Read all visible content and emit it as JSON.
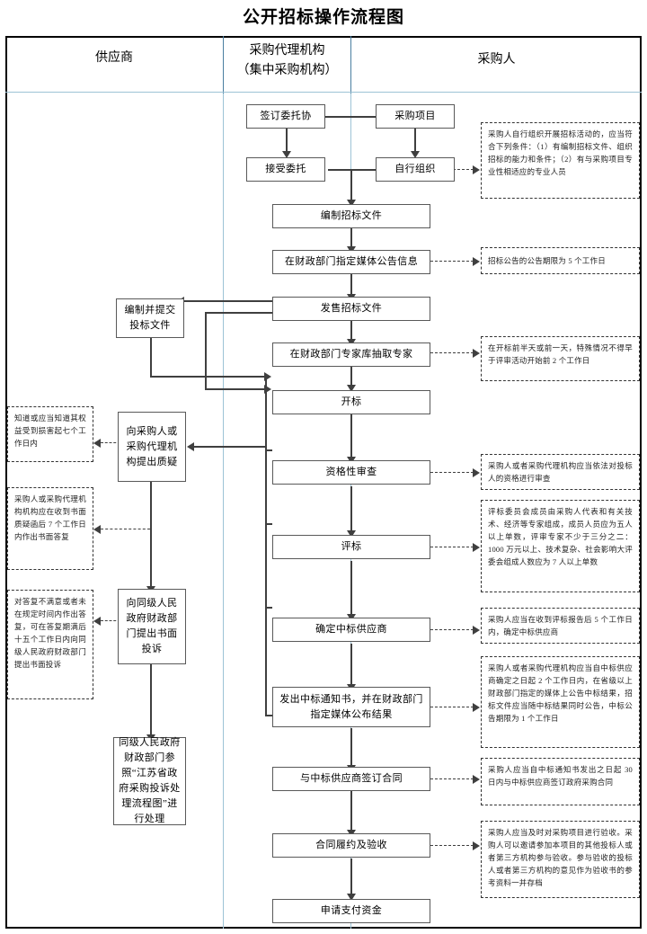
{
  "title": "公开招标操作流程图",
  "lanes": [
    {
      "label": "供应商",
      "sub": ""
    },
    {
      "label": "采购代理机构",
      "sub": "（集中采购机构）"
    },
    {
      "label": "采购人",
      "sub": ""
    }
  ],
  "nodes": {
    "purchase_project": "采购项目",
    "sign_entrust": "签订委托协",
    "accept_entrust": "接受委托",
    "self_organize": "自行组织",
    "compile_tender_doc": "编制招标文件",
    "announce_media": "在财政部门指定媒体公告信息",
    "sell_tender_doc": "发售招标文件",
    "prepare_submit_bid": "编制并提交投标文件",
    "draw_experts": "在财政部门专家库抽取专家",
    "bid_opening": "开标",
    "qualification_review": "资格性审查",
    "bid_evaluation": "评标",
    "determine_winner": "确定中标供应商",
    "issue_notice": "发出中标通知书，并在财政部门指定媒体公布结果",
    "sign_contract": "与中标供应商签订合同",
    "contract_performance": "合同履约及验收",
    "apply_payment": "申请支付资金",
    "raise_query": "向采购人或采购代理机构提出质疑",
    "file_complaint": "向同级人民政府财政部门提出书面投诉",
    "complaint_handling": "同级人民政府财政部门参照“江苏省政府采购投诉处理流程图”进行处理"
  },
  "notes": {
    "self_organize_note": "采购人自行组织开展招标活动的，应当符合下列条件：（1）有编制招标文件、组织招标的能力和条件；（2）有与采购项目专业性相适应的专业人员",
    "announce_note": "招标公告的公告期限为 5 个工作日",
    "experts_note": "在开标前半天或前一天，特殊情况不得早于评审活动开始前 2 个工作日",
    "qualification_note": "采购人或者采购代理机构应当依法对投标人的资格进行审查",
    "evaluation_note": "评标委员会成员由采购人代表和有关技术、经济等专家组成，成员人员应为五人以上单数，评审专家不少于三分之二：1000 万元以上、技术复杂、社会影响大评委会组成人数应为 7 人以上单数",
    "winner_note": "采购人应当在收到评标报告后 5 个工作日内，确定中标供应商",
    "notice_note": "采购人或者采购代理机构应当自中标供应商确定之日起 2 个工作日内，在省级以上财政部门指定的媒体上公告中标结果，招标文件应当随中标结果同时公告，中标公告期限为 1 个工作日",
    "contract_note": "采购人应当自中标通知书发出之日起 30 日内与中标供应商签订政府采购合同",
    "acceptance_note": "采购人应当及时对采购项目进行验收。采购人可以邀请参加本项目的其他投标人或者第三方机构参与验收。参与验收的投标人或者第三方机构的意见作为验收书的参考资料一并存档",
    "query_note": "知道或应当知道其权益受到损害起七个工作日内",
    "reply_note": "采购人或采购代理机构机构应在收到书面质疑函后 7 个工作日内作出书面答复",
    "complaint_note": "对答复不满意或者未在规定时间内作出答复，可在答复期满后十五个工作日内向同级人民政府财政部门提出书面投诉"
  }
}
